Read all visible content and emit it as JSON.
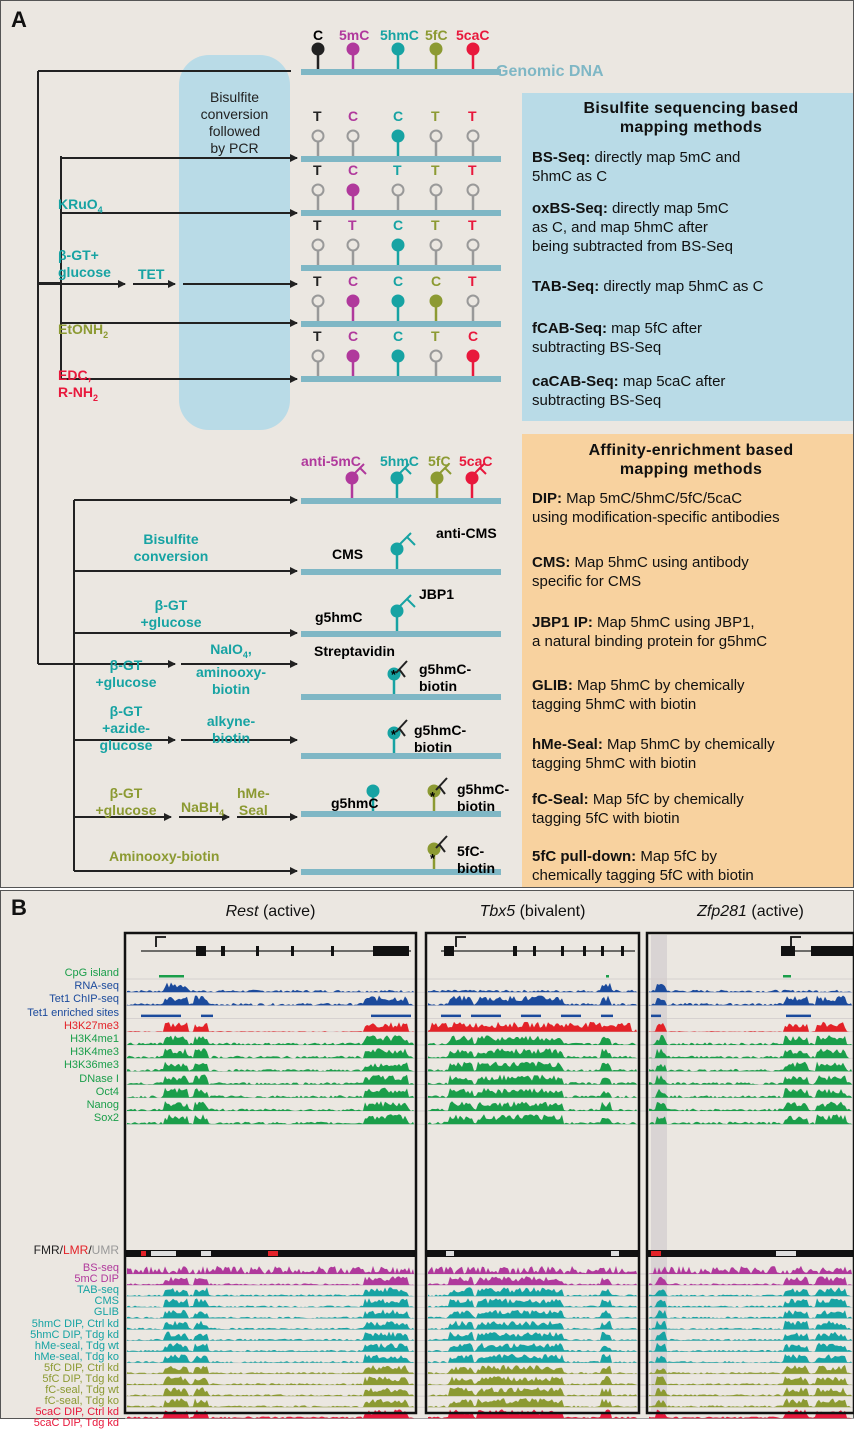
{
  "colors": {
    "c": "#222222",
    "m5": "#b0399c",
    "hm": "#17a3a3",
    "fc": "#8c9a32",
    "ca": "#e8183c",
    "bar": "#7fb7c5",
    "bsbox": "#b9dbe7",
    "afbox": "#f8d29f",
    "green": "#1a9e4a",
    "blue": "#1b4a9c",
    "red": "#e32228",
    "grey": "#999999"
  },
  "panelA": {
    "label": "A",
    "bases": [
      {
        "text": "C",
        "color": "#222222"
      },
      {
        "text": "5mC",
        "color": "#b0399c"
      },
      {
        "text": "5hmC",
        "color": "#17a3a3"
      },
      {
        "text": "5fC",
        "color": "#8c9a32"
      },
      {
        "text": "5caC",
        "color": "#e8183c"
      }
    ],
    "genomic_dna": "Genomic DNA",
    "bisulfite_box": [
      "Bisulfite",
      "conversion",
      "followed",
      "by PCR"
    ],
    "bs_rows": [
      {
        "letters": [
          "T",
          "C",
          "C",
          "T",
          "T"
        ],
        "colors": [
          "#222222",
          "#b0399c",
          "#17a3a3",
          "#8c9a32",
          "#e8183c"
        ],
        "filled": [
          false,
          false,
          true,
          false,
          false
        ]
      },
      {
        "letters": [
          "T",
          "C",
          "T",
          "T",
          "T"
        ],
        "colors": [
          "#222222",
          "#b0399c",
          "#17a3a3",
          "#8c9a32",
          "#e8183c"
        ],
        "filled": [
          false,
          true,
          false,
          false,
          false
        ]
      },
      {
        "letters": [
          "T",
          "T",
          "C",
          "T",
          "T"
        ],
        "colors": [
          "#222222",
          "#b0399c",
          "#17a3a3",
          "#8c9a32",
          "#e8183c"
        ],
        "filled": [
          false,
          false,
          true,
          false,
          false
        ]
      },
      {
        "letters": [
          "T",
          "C",
          "C",
          "C",
          "T"
        ],
        "colors": [
          "#222222",
          "#b0399c",
          "#17a3a3",
          "#8c9a32",
          "#e8183c"
        ],
        "filled": [
          false,
          true,
          true,
          true,
          false
        ]
      },
      {
        "letters": [
          "T",
          "C",
          "C",
          "T",
          "C"
        ],
        "colors": [
          "#222222",
          "#b0399c",
          "#17a3a3",
          "#8c9a32",
          "#e8183c"
        ],
        "filled": [
          false,
          true,
          true,
          false,
          true
        ]
      }
    ],
    "treatments": {
      "kruo4_base": "KRuO",
      "kruo4_sub": "4",
      "bgt_glucose": [
        "β-GT+",
        "glucose"
      ],
      "tet": "TET",
      "etonh2_base": "EtONH",
      "etonh2_sub": "2",
      "edc_line1": "EDC,",
      "edc_line2_base": "R-NH",
      "edc_line2_sub": "2"
    },
    "bs_header": [
      "Bisulfite sequencing based",
      "mapping methods"
    ],
    "bs_methods": [
      {
        "name": "BS-Seq:",
        "text": " directly map 5mC and",
        "text2": "5hmC as C"
      },
      {
        "name": "oxBS-Seq:",
        "text": " directly map 5mC",
        "text2": "as C, and map 5hmC after",
        "text3": "being subtracted from BS-Seq"
      },
      {
        "name": "TAB-Seq:",
        "text": " directly map 5hmC as C"
      },
      {
        "name": "fCAB-Seq:",
        "text": " map 5fC after",
        "text2": "subtracting BS-Seq"
      },
      {
        "name": "caCAB-Seq:",
        "text": " map 5caC after",
        "text2": "subtracting BS-Seq"
      }
    ],
    "af_header": [
      "Affinity-enrichment based",
      "mapping methods"
    ],
    "af_antibodies": [
      "anti-5mC",
      "5hmC",
      "5fC",
      "5caC"
    ],
    "af_treatments": {
      "bisulfite": [
        "Bisulfite",
        "conversion"
      ],
      "bgt1": [
        "β-GT",
        "+glucose"
      ],
      "bgt2": [
        "β-GT",
        "+glucose"
      ],
      "naio4": [
        "NaIO",
        "4",
        ",",
        "aminooxy-",
        "biotin"
      ],
      "bgt3": [
        "β-GT",
        "+azide-",
        "glucose"
      ],
      "alkyne": [
        "alkyne-",
        "biotin"
      ],
      "bgt4": [
        "β-GT",
        "+glucose"
      ],
      "nabh4": [
        "NaBH",
        "4"
      ],
      "hmeseal": [
        "hMe-",
        "Seal"
      ],
      "aminooxy": "Aminooxy-biotin"
    },
    "af_labels": {
      "anti_cms": "anti-CMS",
      "cms": "CMS",
      "jbp1": "JBP1",
      "g5hmc": "g5hmC",
      "streptavidin": "Streptavidin",
      "g5hmc_biotin": [
        "g5hmC-",
        "biotin"
      ],
      "g5hmc_biotin2": [
        "g5hmC-",
        "biotin"
      ],
      "g5hmc_plain": "g5hmC",
      "g5hmc_biotin3": [
        "g5hmC-",
        "biotin"
      ],
      "fc_biotin": [
        "5fC-",
        "biotin"
      ],
      "star": "*"
    },
    "af_methods": [
      {
        "name": "DIP:",
        "text": " Map 5mC/5hmC/5fC/5caC",
        "text2": "using modification-specific antibodies"
      },
      {
        "name": "CMS:",
        "text": " Map 5hmC using antibody",
        "text2": "specific for CMS"
      },
      {
        "name": "JBP1 IP:",
        "text": " Map 5hmC using JBP1,",
        "text2": "a natural binding protein for g5hmC"
      },
      {
        "name": "GLIB:",
        "text": " Map 5hmC by chemically",
        "text2": "tagging 5hmC with biotin"
      },
      {
        "name": "hMe-Seal:",
        "text": " Map 5hmC by chemically",
        "text2": "tagging 5hmC with biotin"
      },
      {
        "name": "fC-Seal:",
        "text": " Map 5fC by chemically",
        "text2": "tagging 5fC with biotin"
      },
      {
        "name": "5fC pull-down:",
        "text": " Map 5fC by",
        "text2": "chemically tagging 5fC with biotin"
      }
    ]
  },
  "panelB": {
    "label": "B",
    "genes": [
      {
        "name": "Rest",
        "state": " (active)"
      },
      {
        "name": "Tbx5",
        "state": " (bivalent)"
      },
      {
        "name": "Zfp281",
        "state": " (active)"
      }
    ],
    "tracks": [
      {
        "name": "CpG island",
        "color": "#1a9e4a"
      },
      {
        "name": "RNA-seq",
        "color": "#1b4a9c"
      },
      {
        "name": "Tet1 ChIP-seq",
        "color": "#1b4a9c"
      },
      {
        "name": "Tet1 enriched sites",
        "color": "#1b4a9c"
      },
      {
        "name": "H3K27me3",
        "color": "#e32228"
      },
      {
        "name": "H3K4me1",
        "color": "#1a9e4a"
      },
      {
        "name": "H3K4me3",
        "color": "#1a9e4a"
      },
      {
        "name": "H3K36me3",
        "color": "#1a9e4a"
      },
      {
        "name": "DNase I",
        "color": "#1a9e4a"
      },
      {
        "name": "Oct4",
        "color": "#1a9e4a"
      },
      {
        "name": "Nanog",
        "color": "#1a9e4a"
      },
      {
        "name": "Sox2",
        "color": "#1a9e4a"
      }
    ],
    "fmr": {
      "fmr": "FMR/",
      "lmr": "LMR",
      "slash": "/",
      "umr": "UMR"
    },
    "tracks2": [
      {
        "name": "BS-seq",
        "color": "#b0399c"
      },
      {
        "name": "5mC DIP",
        "color": "#b0399c"
      },
      {
        "name": "TAB-seq",
        "color": "#17a3a3"
      },
      {
        "name": "CMS",
        "color": "#17a3a3"
      },
      {
        "name": "GLIB",
        "color": "#17a3a3"
      },
      {
        "name": "5hmC DIP, Ctrl kd",
        "color": "#17a3a3"
      },
      {
        "name": "5hmC DIP, Tdg kd",
        "color": "#17a3a3"
      },
      {
        "name": "hMe-seal, Tdg wt",
        "color": "#17a3a3"
      },
      {
        "name": "hMe-seal, Tdg ko",
        "color": "#17a3a3"
      },
      {
        "name": "5fC DIP, Ctrl kd",
        "color": "#8c9a32"
      },
      {
        "name": "5fC DIP, Tdg kd",
        "color": "#8c9a32"
      },
      {
        "name": "fC-seal, Tdg wt",
        "color": "#8c9a32"
      },
      {
        "name": "fC-seal, Tdg ko",
        "color": "#8c9a32"
      },
      {
        "name": "5caC DIP, Ctrl kd",
        "color": "#e8183c"
      },
      {
        "name": "5caC DIP, Tdg kd",
        "color": "#e8183c"
      }
    ]
  }
}
